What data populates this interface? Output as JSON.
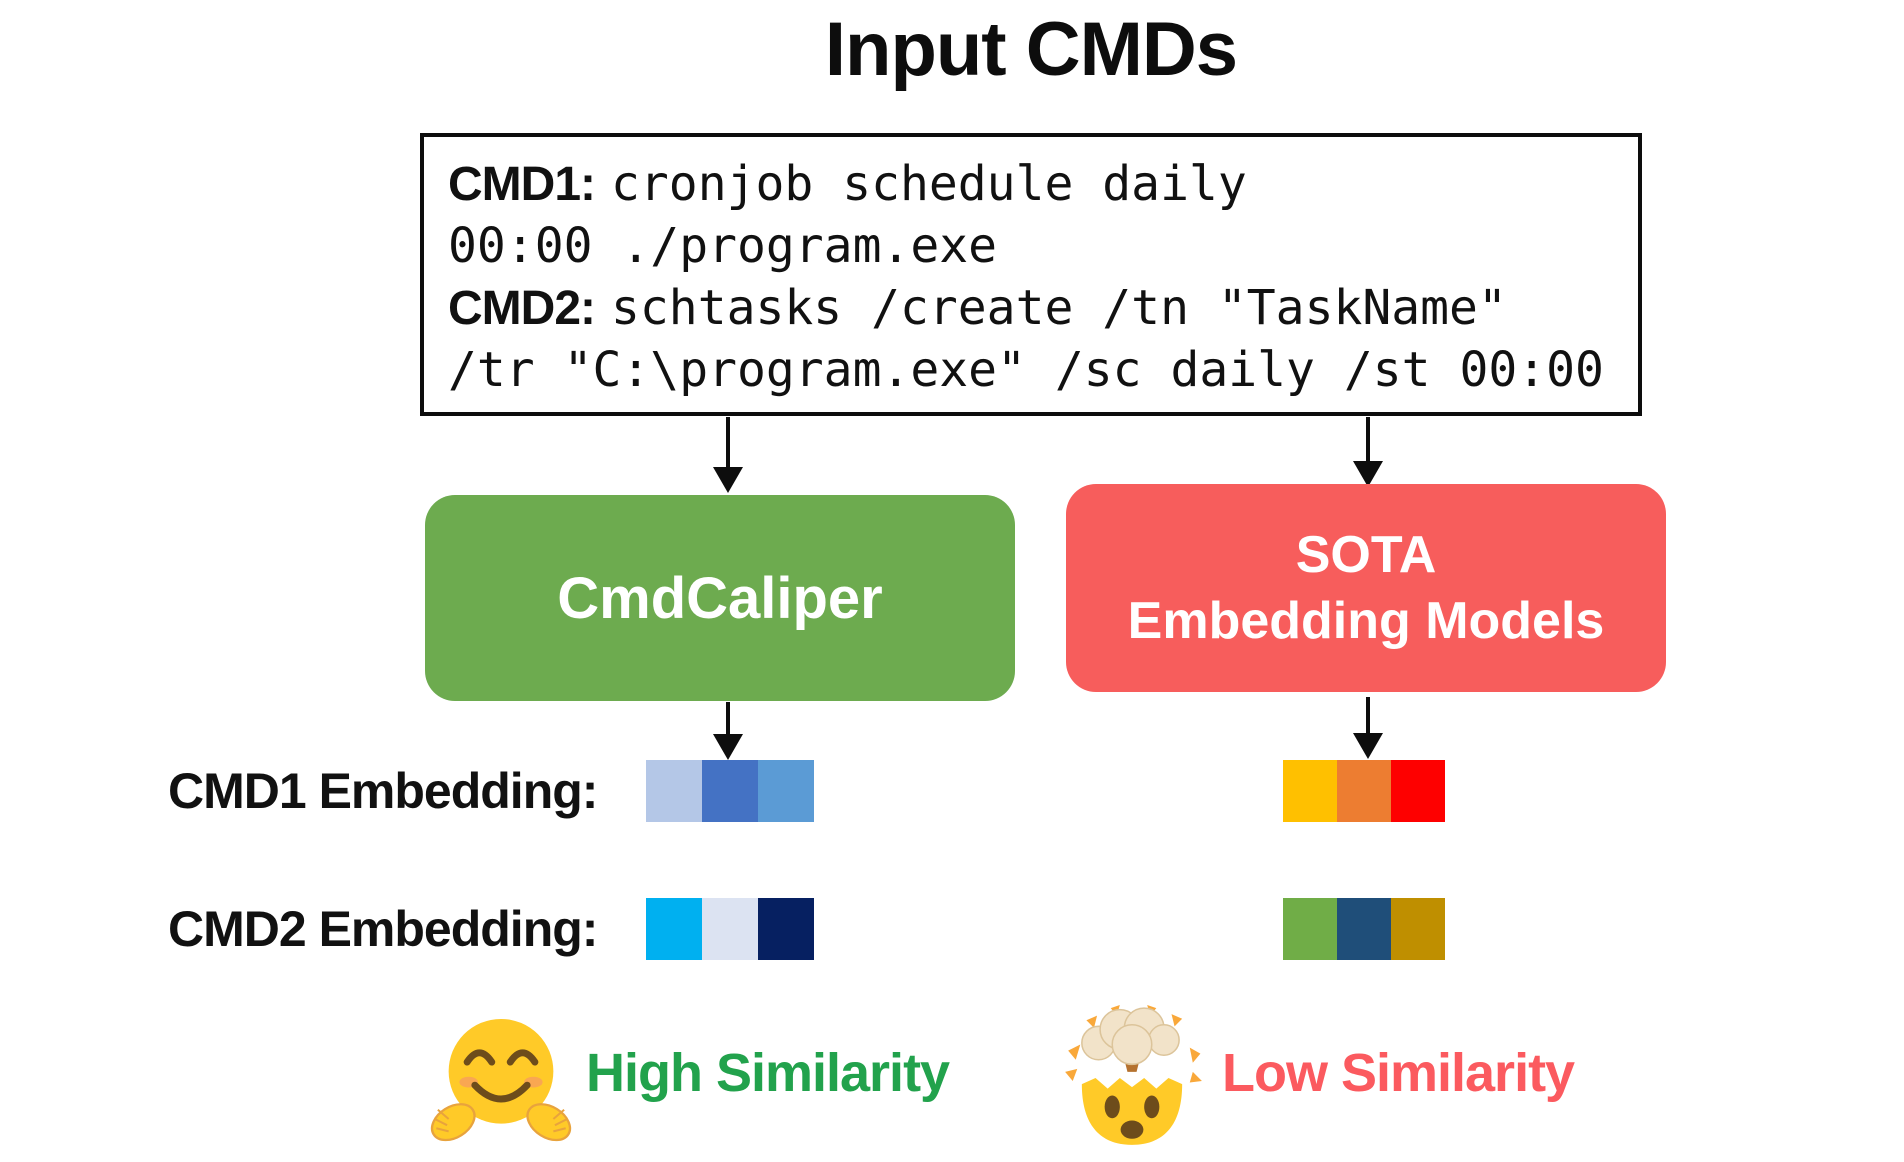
{
  "title": "Input CMDs",
  "cmd_box": {
    "lines": [
      {
        "label": "CMD1:",
        "code": "cronjob schedule daily"
      },
      {
        "label": "",
        "code": "00:00 ./program.exe"
      },
      {
        "label": "CMD2:",
        "code": "schtasks /create /tn \"TaskName\""
      },
      {
        "label": "",
        "code": "/tr \"C:\\program.exe\" /sc daily /st 00:00"
      }
    ]
  },
  "models": {
    "left": {
      "label": "CmdCaliper",
      "color": "#6dab4f"
    },
    "right": {
      "line1": "SOTA",
      "line2": "Embedding Models",
      "color": "#f75d5c"
    }
  },
  "embeddings": {
    "cmd1_label": "CMD1 Embedding:",
    "cmd2_label": "CMD2 Embedding:",
    "cmd1_left_colors": [
      "#b4c7e7",
      "#4472c4",
      "#5b9bd5"
    ],
    "cmd1_right_colors": [
      "#ffc000",
      "#ed7d31",
      "#fe0000"
    ],
    "cmd2_left_colors": [
      "#00b0f0",
      "#dce3f2",
      "#062061"
    ],
    "cmd2_right_colors": [
      "#70ad47",
      "#1f4e79",
      "#bf8f00"
    ]
  },
  "results": {
    "left": {
      "label": "High Similarity",
      "color": "#22a24c",
      "emoji": "hugging-face"
    },
    "right": {
      "label": "Low Similarity",
      "color": "#fb5a5f",
      "emoji": "exploding-head"
    }
  }
}
